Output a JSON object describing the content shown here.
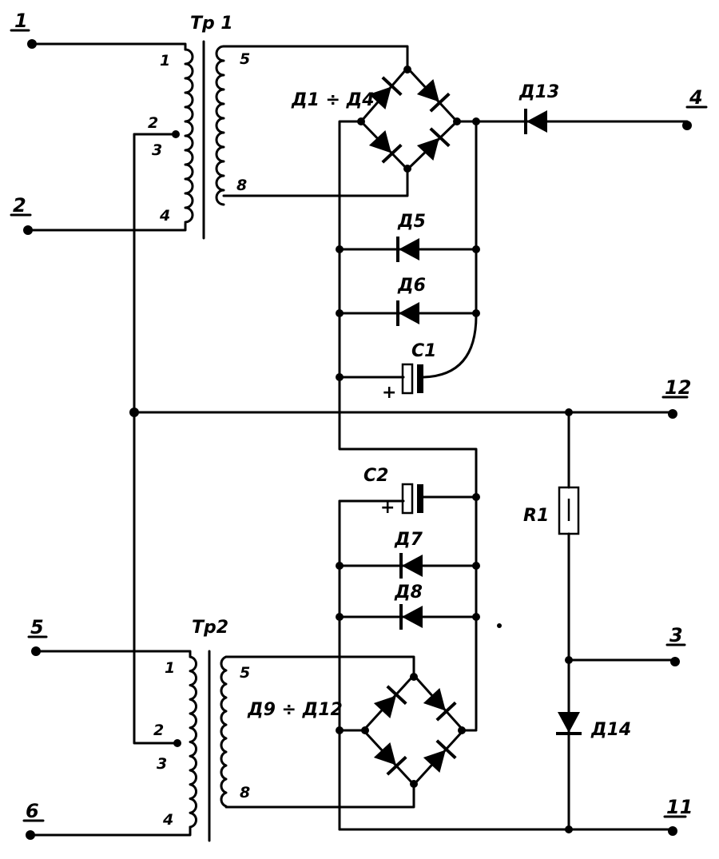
{
  "transformers": {
    "tr1": {
      "name": "Тр 1",
      "pins": {
        "p1": "1",
        "p2": "2",
        "p3": "3",
        "p4": "4",
        "p5": "5",
        "p8": "8"
      }
    },
    "tr2": {
      "name": "Тр2",
      "pins": {
        "p1": "1",
        "p2": "2",
        "p3": "3",
        "p4": "4",
        "p5": "5",
        "p8": "8"
      }
    }
  },
  "components": {
    "bridge1": "Д1 ÷ Д4",
    "bridge2": "Д9 ÷ Д12",
    "d5": "Д5",
    "d6": "Д6",
    "d7": "Д7",
    "d8": "Д8",
    "d13": "Д13",
    "d14": "Д14",
    "c1": "С1",
    "c2": "С2",
    "r1": "R1",
    "plus": "+"
  },
  "terminals": {
    "t1": "1",
    "t2": "2",
    "t3": "3",
    "t4": "4",
    "t5": "5",
    "t6": "6",
    "t11": "11",
    "t12": "12"
  }
}
